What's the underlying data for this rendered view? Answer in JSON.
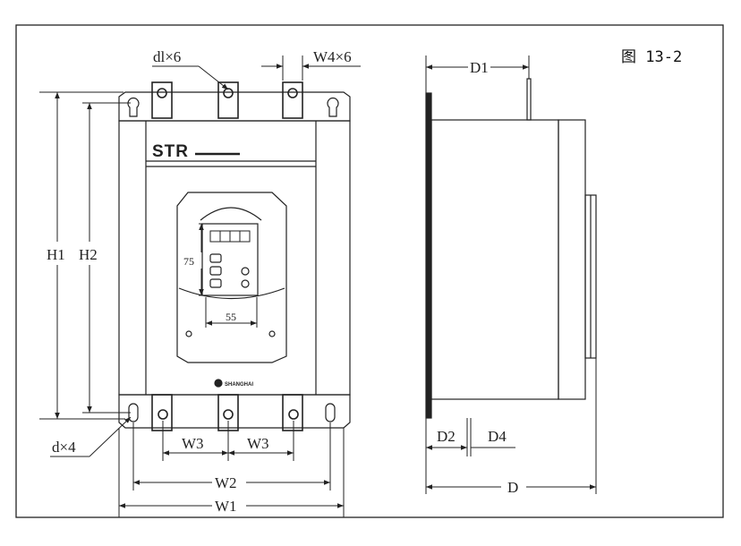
{
  "figure_label": "图 13-2",
  "product_brand": "STR",
  "maker_mark": "SHANGHAI",
  "dimensions": {
    "terminal_hole": "dl×6",
    "terminal_width": "W4×6",
    "mount_hole": "d×4",
    "overall_height": "H1",
    "mount_height": "H2",
    "terminal_pitch_left": "W3",
    "terminal_pitch_right": "W3",
    "mount_width": "W2",
    "overall_width": "W1",
    "terminal_depth": "D1",
    "base_depth": "D2",
    "flange_depth": "D4",
    "overall_depth": "D",
    "panel_height": "75",
    "panel_width": "55"
  }
}
